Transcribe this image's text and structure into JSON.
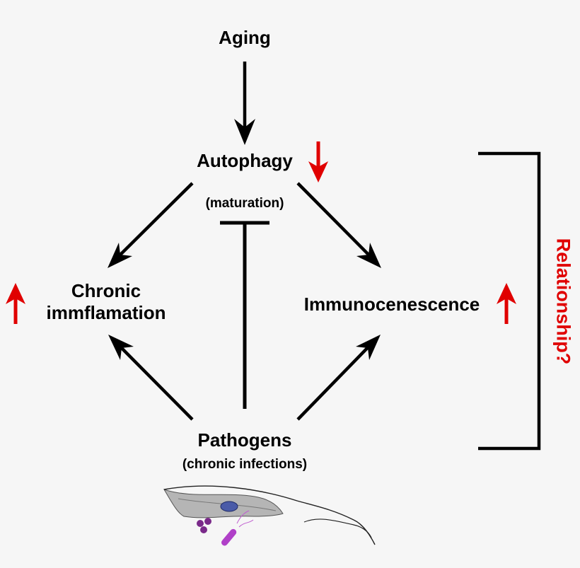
{
  "nodes": {
    "aging": "Aging",
    "autophagy": "Autophagy",
    "autophagy_sub": "(maturation)",
    "chronic_line1": "Chronic",
    "chronic_line2": "immflamation",
    "immuno": "Immunocenescence",
    "pathogens": "Pathogens",
    "pathogens_sub": "(chronic infections)"
  },
  "side_label": "Relationship?",
  "colors": {
    "arrow": "#000000",
    "indicator": "#e00000",
    "side_label": "#e00000",
    "background": "#f6f6f6"
  },
  "indicators": {
    "autophagy": "down",
    "chronic_inflammation": "up",
    "immunocenescence": "up"
  }
}
